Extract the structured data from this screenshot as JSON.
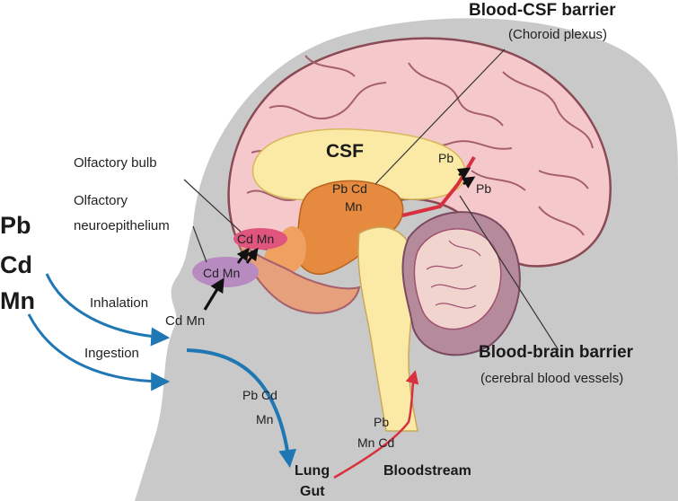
{
  "barriers": {
    "blood_csf": {
      "title": "Blood-CSF barrier",
      "subtitle": "(Choroid plexus)"
    },
    "blood_brain": {
      "title": "Blood-brain barrier",
      "subtitle": "(cerebral blood vessels)"
    }
  },
  "structures": {
    "csf": "CSF",
    "olfactory_bulb": "Olfactory bulb",
    "olfactory_neuroepithelium_line1": "Olfactory",
    "olfactory_neuroepithelium_line2": "neuroepithelium"
  },
  "metals": {
    "pb": "Pb",
    "cd": "Cd",
    "mn": "Mn"
  },
  "routes": {
    "inhalation": "Inhalation",
    "ingestion": "Ingestion"
  },
  "in_figure": {
    "bulb_metals": "Cd Mn",
    "epithelium_metals": "Cd Mn",
    "inhaled_metals": "Cd Mn",
    "csf_metals_line1": "Pb Cd",
    "csf_metals_line2": "Mn",
    "bbb_metal_top": "Pb",
    "bbb_metal_bottom": "Pb",
    "gut_metals_line1": "Pb Cd",
    "gut_metals_line2": "Mn",
    "blood_metals_line1": "Pb",
    "blood_metals_line2": "Mn Cd"
  },
  "destinations": {
    "lung": "Lung",
    "gut": "Gut",
    "bloodstream": "Bloodstream"
  },
  "colors": {
    "head": "#c9c9c9",
    "brain_cortex": "#f5c9cc",
    "csf": "#fbe9a6",
    "midbrain": "#e58a3e",
    "cerebellum_white": "#f2d4cf",
    "cerebellum_gray": "#b58a9b",
    "blood_vessel": "#d9303f",
    "route_arrow": "#1f77b4",
    "olfactory_bulb": "#e0557e",
    "neuroepithelium": "#b78bc0"
  }
}
